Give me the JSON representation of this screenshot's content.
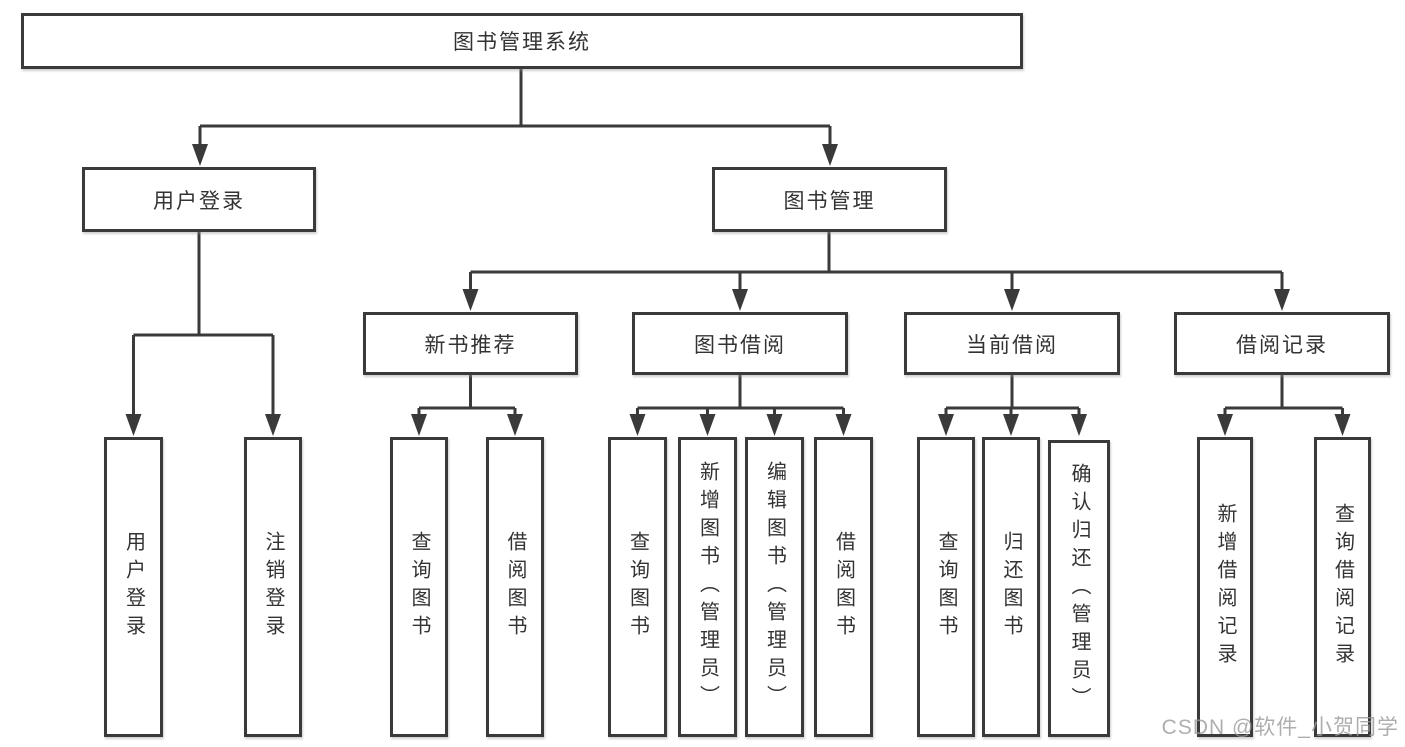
{
  "diagram_type": "functional-structure-tree",
  "tree": {
    "root": {
      "label": "图书管理系统"
    },
    "branches": [
      {
        "label": "用户登录",
        "children": [
          {
            "label": "用户登录"
          },
          {
            "label": "注销登录"
          }
        ]
      },
      {
        "label": "图书管理",
        "children": [
          {
            "label": "新书推荐",
            "children": [
              {
                "label": "查询图书"
              },
              {
                "label": "借阅图书"
              }
            ]
          },
          {
            "label": "图书借阅",
            "children": [
              {
                "label": "查询图书"
              },
              {
                "label": "新增图书（管理员）"
              },
              {
                "label": "编辑图书（管理员）"
              },
              {
                "label": "借阅图书"
              }
            ]
          },
          {
            "label": "当前借阅",
            "children": [
              {
                "label": "查询图书"
              },
              {
                "label": "归还图书"
              },
              {
                "label": "确认归还（管理员）"
              }
            ]
          },
          {
            "label": "借阅记录",
            "children": [
              {
                "label": "新增借阅记录"
              },
              {
                "label": "查询借阅记录"
              }
            ]
          }
        ]
      }
    ]
  },
  "watermark": "CSDN @软件_小贺同学",
  "colors": {
    "line": "#3a3a3a",
    "text": "#333333",
    "box_background": "#ffffff",
    "page_background": "#ffffff",
    "watermark": "#9b9b9b"
  }
}
